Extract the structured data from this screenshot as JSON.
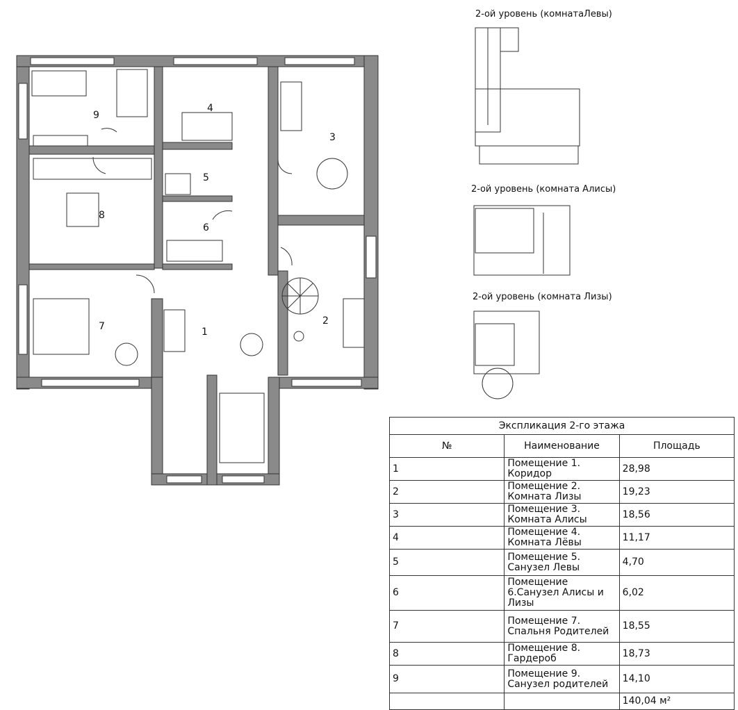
{
  "rooms": [
    {
      "number": "1"
    },
    {
      "number": "2"
    },
    {
      "number": "3"
    },
    {
      "number": "4"
    },
    {
      "number": "5"
    },
    {
      "number": "6"
    },
    {
      "number": "7"
    },
    {
      "number": "8"
    },
    {
      "number": "9"
    }
  ],
  "level_captions": [
    "2-ой уровень  (комнатаЛевы)",
    "2-ой уровень  (комната Алисы)",
    "2-ой уровень  (комната Лизы)"
  ],
  "table": {
    "title": "Экспликация 2-го этажа",
    "headers": [
      "№",
      "Наименование",
      "Площадь"
    ],
    "rows": [
      {
        "num": "1",
        "name": "Помещение 1. Коридор",
        "area": "28,98"
      },
      {
        "num": "2",
        "name": "Помещение 2. Комната Лизы",
        "area": "19,23"
      },
      {
        "num": "3",
        "name": "Помещение 3. Комната Алисы",
        "area": "18,56"
      },
      {
        "num": "4",
        "name": "Помещение 4. Комната Лёвы",
        "area": "11,17"
      },
      {
        "num": "5",
        "name": "Помещение 5. Санузел Левы",
        "area": "4,70"
      },
      {
        "num": "6",
        "name": "Помещение 6.Санузел Алисы и Лизы",
        "area": "6,02"
      },
      {
        "num": "7",
        "name": "Помещение 7. Спальня Родителей",
        "area": "18,55"
      },
      {
        "num": "8",
        "name": "Помещение 8. Гардероб",
        "area": "18,73"
      },
      {
        "num": "9",
        "name": "Помещение 9. Санузел родителей",
        "area": "14,10"
      }
    ],
    "total": "140,04 м²"
  }
}
